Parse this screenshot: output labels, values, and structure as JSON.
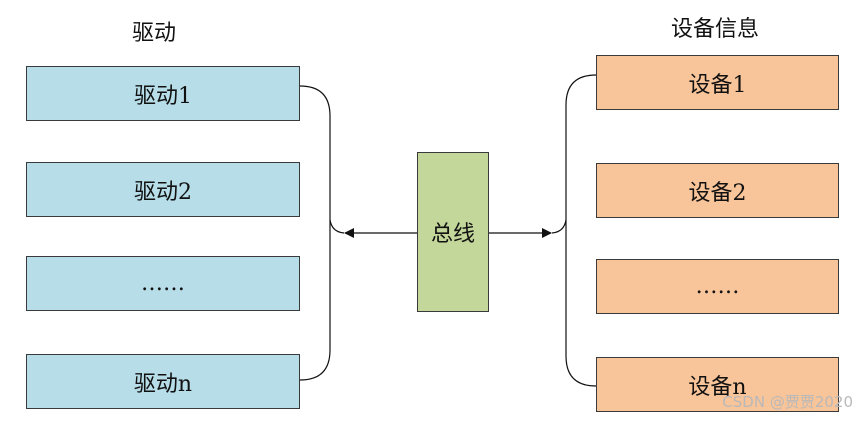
{
  "headings": {
    "drivers": "驱动",
    "devices": "设备信息"
  },
  "drivers": [
    {
      "label": "驱动1"
    },
    {
      "label": "驱动2"
    },
    {
      "label": "……"
    },
    {
      "label": "驱动n"
    }
  ],
  "bus": {
    "label": "总线"
  },
  "devices": [
    {
      "label": "设备1"
    },
    {
      "label": "设备2"
    },
    {
      "label": "……"
    },
    {
      "label": "设备n"
    }
  ],
  "watermark": "CSDN @贾贾2020",
  "colors": {
    "driver_fill": "#b7dde8",
    "device_fill": "#f8c499",
    "bus_fill": "#c4d79b",
    "border": "#3a3a3a"
  }
}
